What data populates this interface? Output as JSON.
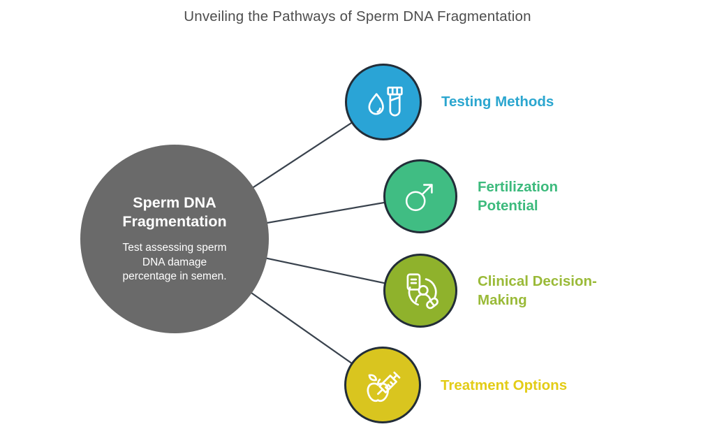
{
  "title": "Unveiling the Pathways of Sperm DNA Fragmentation",
  "center": {
    "title": "Sperm DNA Fragmentation",
    "description": "Test assessing sperm DNA damage percentage in semen.",
    "circle_color": "#6a6a6a",
    "text_color": "#ffffff"
  },
  "connector_color": "#39424d",
  "node_border_color": "#222d38",
  "nodes": [
    {
      "id": "testing-methods",
      "label": "Testing Methods",
      "circle_color": "#2aa4d6",
      "label_color": "#2ba6cf",
      "icon": "droplet-and-test-tube-icon"
    },
    {
      "id": "fertilization-potential",
      "label": "Fertilization Potential",
      "circle_color": "#40bd83",
      "label_color": "#3cba7c",
      "icon": "male-symbol-icon"
    },
    {
      "id": "clinical-decision-making",
      "label": "Clinical Decision-Making",
      "circle_color": "#8fb22c",
      "label_color": "#9aba38",
      "icon": "patient-record-and-pill-icon"
    },
    {
      "id": "treatment-options",
      "label": "Treatment Options",
      "circle_color": "#d9c51f",
      "label_color": "#e3cc16",
      "icon": "apple-with-syringe-icon"
    }
  ]
}
